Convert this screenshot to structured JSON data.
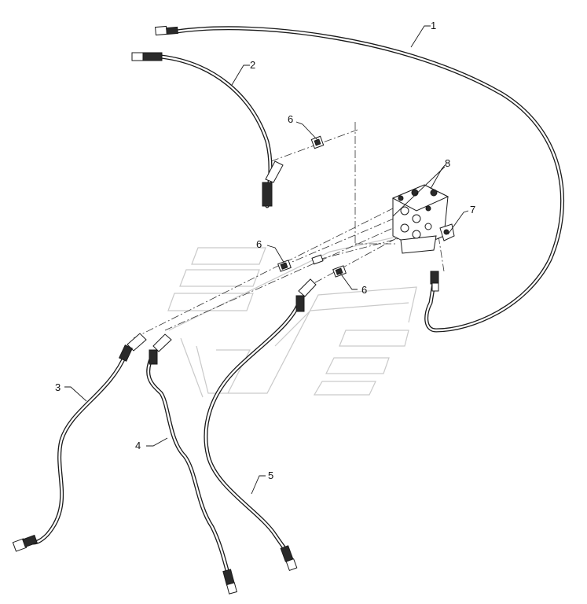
{
  "diagram": {
    "callouts": [
      {
        "id": "c1",
        "label": "1"
      },
      {
        "id": "c2",
        "label": "2"
      },
      {
        "id": "c3",
        "label": "3"
      },
      {
        "id": "c4",
        "label": "4"
      },
      {
        "id": "c5",
        "label": "5"
      },
      {
        "id": "c6a",
        "label": "6"
      },
      {
        "id": "c6b",
        "label": "6"
      },
      {
        "id": "c6c",
        "label": "6"
      },
      {
        "id": "c7",
        "label": "7"
      },
      {
        "id": "c8",
        "label": "8"
      }
    ]
  }
}
